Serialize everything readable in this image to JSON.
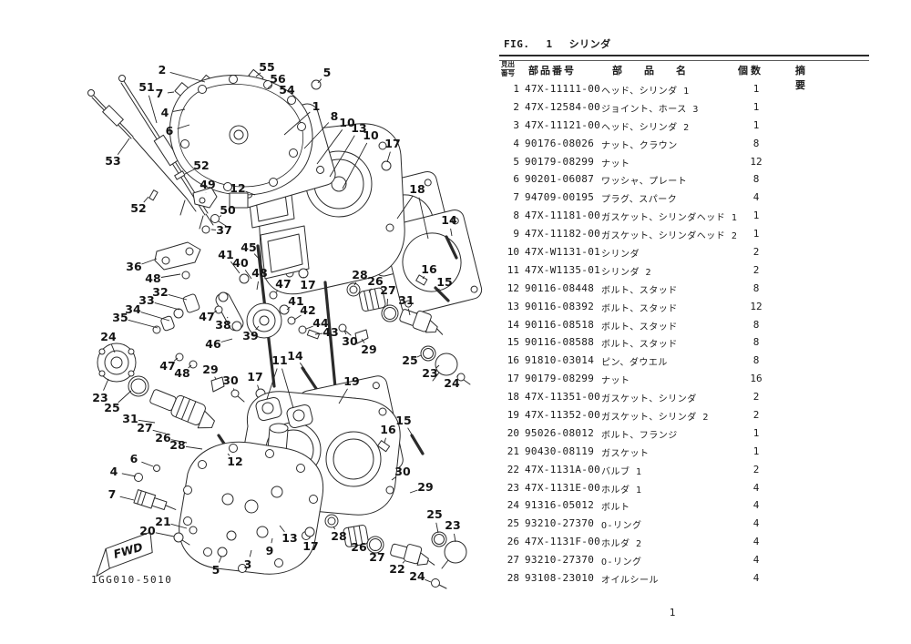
{
  "fig": {
    "label": "FIG.",
    "number": "1",
    "title": "シリンダ"
  },
  "page": {
    "number": "1"
  },
  "diagram": {
    "footer_code": "1GG010-5010",
    "fwd_label": "FWD",
    "callouts": [
      [
        "2",
        178,
        77,
        225,
        90
      ],
      [
        "55",
        293,
        74,
        281,
        84
      ],
      [
        "56",
        305,
        87,
        294,
        97
      ],
      [
        "54",
        315,
        99,
        308,
        104
      ],
      [
        "5",
        359,
        80,
        349,
        91
      ],
      [
        "51",
        161,
        96,
        172,
        135
      ],
      [
        "7",
        175,
        103,
        191,
        101
      ],
      [
        "4",
        181,
        124,
        203,
        120
      ],
      [
        "6",
        186,
        144,
        208,
        137
      ],
      [
        "1",
        347,
        117,
        312,
        148
      ],
      [
        "8",
        367,
        128,
        334,
        163
      ],
      [
        "10",
        381,
        135,
        348,
        180
      ],
      [
        "13",
        394,
        141,
        362,
        194
      ],
      [
        "10",
        407,
        149,
        376,
        207
      ],
      [
        "17",
        431,
        158,
        425,
        178
      ],
      [
        "53",
        124,
        177,
        142,
        152
      ],
      [
        "52",
        221,
        182,
        203,
        191
      ],
      [
        "49",
        228,
        203,
        226,
        212
      ],
      [
        "12",
        261,
        207,
        280,
        214
      ],
      [
        "50",
        250,
        231,
        241,
        238
      ],
      [
        "52",
        152,
        229,
        163,
        216
      ],
      [
        "37",
        246,
        253,
        232,
        252
      ],
      [
        "18",
        458,
        208,
        436,
        240,
        470,
        262
      ],
      [
        "14",
        493,
        242,
        496,
        259
      ],
      [
        "45",
        273,
        272,
        286,
        286
      ],
      [
        "36",
        147,
        293,
        172,
        284
      ],
      [
        "48",
        168,
        306,
        198,
        301
      ],
      [
        "41",
        248,
        280,
        263,
        300
      ],
      [
        "40",
        264,
        289,
        276,
        306
      ],
      [
        "48",
        285,
        300,
        282,
        318
      ],
      [
        "47",
        311,
        312,
        303,
        321
      ],
      [
        "17",
        338,
        313,
        333,
        304
      ],
      [
        "16",
        471,
        296,
        464,
        306
      ],
      [
        "15",
        488,
        310,
        480,
        320
      ],
      [
        "32",
        176,
        321,
        205,
        329
      ],
      [
        "33",
        161,
        330,
        197,
        340
      ],
      [
        "34",
        146,
        340,
        186,
        352
      ],
      [
        "35",
        132,
        349,
        173,
        360
      ],
      [
        "41",
        325,
        331,
        315,
        340
      ],
      [
        "42",
        338,
        341,
        323,
        351
      ],
      [
        "44",
        352,
        355,
        336,
        361
      ],
      [
        "43",
        363,
        365,
        346,
        367
      ],
      [
        "28",
        395,
        302,
        389,
        313
      ],
      [
        "26",
        412,
        309,
        405,
        321
      ],
      [
        "27",
        426,
        319,
        425,
        336
      ],
      [
        "31",
        446,
        330,
        450,
        346
      ],
      [
        "47",
        227,
        348,
        238,
        341
      ],
      [
        "38",
        245,
        357,
        250,
        348
      ],
      [
        "39",
        275,
        369,
        284,
        358
      ],
      [
        "46",
        234,
        378,
        255,
        372
      ],
      [
        "24",
        119,
        370,
        126,
        387
      ],
      [
        "23",
        110,
        437,
        119,
        416
      ],
      [
        "25",
        123,
        448,
        144,
        429
      ],
      [
        "47",
        184,
        402,
        195,
        393
      ],
      [
        "48",
        200,
        410,
        210,
        401
      ],
      [
        "29",
        231,
        406,
        237,
        416
      ],
      [
        "30",
        253,
        418,
        257,
        428
      ],
      [
        "17",
        280,
        414,
        284,
        427
      ],
      [
        "11",
        307,
        396,
        293,
        438,
        322,
        448
      ],
      [
        "14",
        324,
        391,
        335,
        406
      ],
      [
        "30",
        384,
        375,
        378,
        363
      ],
      [
        "29",
        405,
        384,
        397,
        372
      ],
      [
        "25",
        450,
        396,
        462,
        390
      ],
      [
        "23",
        472,
        410,
        482,
        401
      ],
      [
        "24",
        496,
        421,
        503,
        412
      ],
      [
        "19",
        386,
        419,
        372,
        443
      ],
      [
        "15",
        443,
        462,
        452,
        477
      ],
      [
        "16",
        426,
        472,
        422,
        486
      ],
      [
        "31",
        143,
        460,
        170,
        464
      ],
      [
        "27",
        159,
        470,
        182,
        476
      ],
      [
        "26",
        179,
        481,
        205,
        486
      ],
      [
        "28",
        195,
        489,
        222,
        493
      ],
      [
        "12",
        258,
        507,
        250,
        498
      ],
      [
        "6",
        147,
        504,
        168,
        512
      ],
      [
        "4",
        125,
        518,
        149,
        523
      ],
      [
        "7",
        123,
        543,
        147,
        549
      ],
      [
        "30",
        442,
        518,
        430,
        527
      ],
      [
        "29",
        467,
        535,
        450,
        541
      ],
      [
        "25",
        477,
        565,
        481,
        585
      ],
      [
        "23",
        497,
        577,
        500,
        595
      ],
      [
        "21",
        179,
        573,
        205,
        580
      ],
      [
        "20",
        162,
        583,
        191,
        589
      ],
      [
        "28",
        372,
        589,
        366,
        578
      ],
      [
        "17",
        341,
        600,
        340,
        590
      ],
      [
        "26",
        394,
        601,
        391,
        594
      ],
      [
        "27",
        414,
        612,
        412,
        603
      ],
      [
        "22",
        436,
        625,
        444,
        616
      ],
      [
        "24",
        458,
        633,
        473,
        639
      ],
      [
        "13",
        318,
        591,
        307,
        577
      ],
      [
        "9",
        296,
        605,
        299,
        591
      ],
      [
        "5",
        237,
        626,
        243,
        611
      ],
      [
        "3",
        272,
        620,
        276,
        604
      ]
    ]
  },
  "table": {
    "headers": {
      "no_top": "見出",
      "no_bottom": "番号",
      "part_number": "部品番号",
      "part_name": "部品名",
      "qty": "個数",
      "remarks": "摘要"
    },
    "rows": [
      {
        "no": "1",
        "part_number": "47X-11111-00",
        "name": "ヘッド、シリンダ 1",
        "qty": "1",
        "remarks": ""
      },
      {
        "no": "2",
        "part_number": "47X-12584-00",
        "name": "ジョイント、ホース 3",
        "qty": "1",
        "remarks": ""
      },
      {
        "no": "3",
        "part_number": "47X-11121-00",
        "name": "ヘッド、シリンダ 2",
        "qty": "1",
        "remarks": ""
      },
      {
        "no": "4",
        "part_number": "90176-08026",
        "name": "ナット、クラウン",
        "qty": "8",
        "remarks": ""
      },
      {
        "no": "5",
        "part_number": "90179-08299",
        "name": "ナット",
        "qty": "12",
        "remarks": ""
      },
      {
        "no": "6",
        "part_number": "90201-06087",
        "name": "ワッシャ、プレート",
        "qty": "8",
        "remarks": ""
      },
      {
        "no": "7",
        "part_number": "94709-00195",
        "name": "プラグ、スパーク",
        "qty": "4",
        "remarks": ""
      },
      {
        "no": "8",
        "part_number": "47X-11181-00",
        "name": "ガスケット、シリンダヘッド 1",
        "qty": "1",
        "remarks": ""
      },
      {
        "no": "9",
        "part_number": "47X-11182-00",
        "name": "ガスケット、シリンダヘッド 2",
        "qty": "1",
        "remarks": ""
      },
      {
        "no": "10",
        "part_number": "47X-W1131-01",
        "name": "シリンダ",
        "qty": "2",
        "remarks": ""
      },
      {
        "no": "11",
        "part_number": "47X-W1135-01",
        "name": "シリンダ 2",
        "qty": "2",
        "remarks": ""
      },
      {
        "no": "12",
        "part_number": "90116-08448",
        "name": "ボルト、スタッド",
        "qty": "8",
        "remarks": ""
      },
      {
        "no": "13",
        "part_number": "90116-08392",
        "name": "ボルト、スタッド",
        "qty": "12",
        "remarks": ""
      },
      {
        "no": "14",
        "part_number": "90116-08518",
        "name": "ボルト、スタッド",
        "qty": "8",
        "remarks": ""
      },
      {
        "no": "15",
        "part_number": "90116-08588",
        "name": "ボルト、スタッド",
        "qty": "8",
        "remarks": ""
      },
      {
        "no": "16",
        "part_number": "91810-03014",
        "name": "ピン、ダウエル",
        "qty": "8",
        "remarks": ""
      },
      {
        "no": "17",
        "part_number": "90179-08299",
        "name": "ナット",
        "qty": "16",
        "remarks": ""
      },
      {
        "no": "18",
        "part_number": "47X-11351-00",
        "name": "ガスケット、シリンダ",
        "qty": "2",
        "remarks": ""
      },
      {
        "no": "19",
        "part_number": "47X-11352-00",
        "name": "ガスケット、シリンダ 2",
        "qty": "2",
        "remarks": ""
      },
      {
        "no": "20",
        "part_number": "95026-08012",
        "name": "ボルト、フランジ",
        "qty": "1",
        "remarks": ""
      },
      {
        "no": "21",
        "part_number": "90430-08119",
        "name": "ガスケット",
        "qty": "1",
        "remarks": ""
      },
      {
        "no": "22",
        "part_number": "47X-1131A-00",
        "name": "バルブ 1",
        "qty": "2",
        "remarks": ""
      },
      {
        "no": "23",
        "part_number": "47X-1131E-00",
        "name": "ホルダ 1",
        "qty": "4",
        "remarks": ""
      },
      {
        "no": "24",
        "part_number": "91316-05012",
        "name": "ボルト",
        "qty": "4",
        "remarks": ""
      },
      {
        "no": "25",
        "part_number": "93210-27370",
        "name": "O-リング",
        "qty": "4",
        "remarks": ""
      },
      {
        "no": "26",
        "part_number": "47X-1131F-00",
        "name": "ホルダ 2",
        "qty": "4",
        "remarks": ""
      },
      {
        "no": "27",
        "part_number": "93210-27370",
        "name": "O-リング",
        "qty": "4",
        "remarks": ""
      },
      {
        "no": "28",
        "part_number": "93108-23010",
        "name": "オイルシール",
        "qty": "4",
        "remarks": ""
      }
    ]
  }
}
